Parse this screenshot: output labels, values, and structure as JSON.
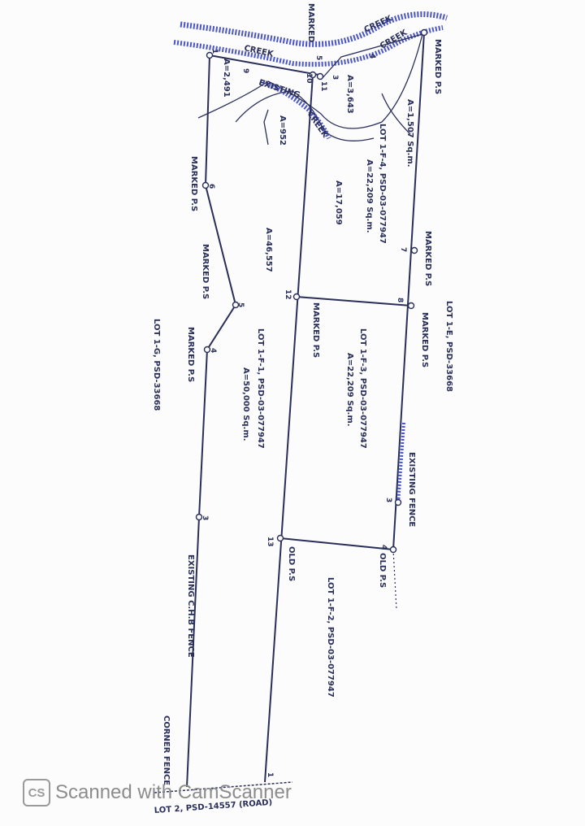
{
  "labels": {
    "creek_upper": "CREEK",
    "creek_lower": "CREEK",
    "creek_upper2": "CREEK",
    "existing": "EXISTING",
    "creek_mid": "CREEK",
    "a_2491": "A=2,491",
    "a_3643": "A=3,643",
    "a_952": "A=952",
    "a_1507": "A=1,507 Sq.m.",
    "lot_f4_name": "LOT 1-F-4, PSD-03-077947",
    "lot_f4_area": "A=22,209 Sq.m.",
    "a_17059": "A=17,059",
    "a_46557": "A=46,557",
    "marked_ps_top_left": "MARKED",
    "marked_ps_top_right": "MARKED P.S",
    "marked_ps_8": "MARKED P.S",
    "marked_ps_7": "MARKED P.S",
    "marked_ps_5": "MARKED P.S",
    "marked_ps_12": "MARKED P.S",
    "marked_ps_2": "MARKED P.S",
    "marked_ps_4": "MARKED P.S",
    "lot_1e": "LOT 1-E, PSD-33668",
    "lot_f3_name": "LOT 1-F-3, PSD-03-077947",
    "lot_f3_area": "A=22,209 Sq.m.",
    "lot_f1_name": "LOT 1-F-1, PSD-03-077947",
    "lot_f1_area": "A=50,000 Sq.m.",
    "lot_1g": "LOT 1-G, PSD-33668",
    "existing_fence": "EXISTING FENCE",
    "old_ps_left": "OLD P.S",
    "old_ps_right": "OLD P.S",
    "lot_f2_name": "LOT 1-F-2, PSD-03-077947",
    "existing_chb_fence": "EXISTING C.H.B FENCE",
    "corner_fence": "CORNER FENCE",
    "road_lot": "LOT 2, PSD-14557 (ROAD)",
    "pt_1": "1",
    "pt_2": "2",
    "pt_3": "3",
    "pt_4": "4",
    "pt_5": "5",
    "pt_6": "6",
    "pt_7": "7",
    "pt_8": "8",
    "pt_9": "9",
    "pt_10": "10",
    "pt_11": "11",
    "pt_12": "12",
    "pt_13": "13"
  },
  "watermark": {
    "logo": "CS",
    "text": "Scanned with CamScanner"
  },
  "colors": {
    "ink": "#2a2f5a",
    "creek": "#4a55c8"
  }
}
